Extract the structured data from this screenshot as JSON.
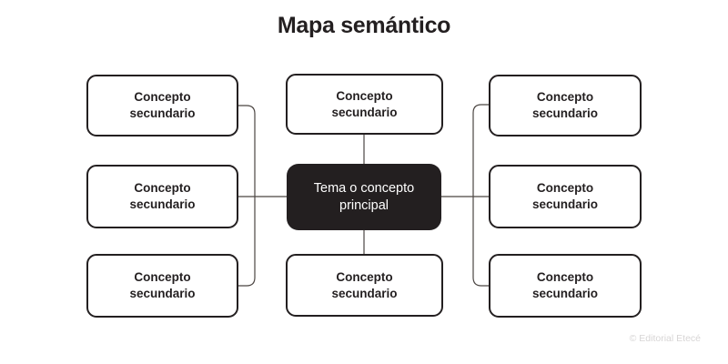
{
  "title": "Mapa semántico",
  "central_node": {
    "label": "Tema o concepto\nprincipal"
  },
  "secondary_nodes": [
    {
      "position": "left-top",
      "label": "Concepto\nsecundario"
    },
    {
      "position": "left-middle",
      "label": "Concepto\nsecundario"
    },
    {
      "position": "left-bottom",
      "label": "Concepto\nsecundario"
    },
    {
      "position": "center-top",
      "label": "Concepto\nsecundario"
    },
    {
      "position": "center-bottom",
      "label": "Concepto\nsecundario"
    },
    {
      "position": "right-top",
      "label": "Concepto\nsecundario"
    },
    {
      "position": "right-middle",
      "label": "Concepto\nsecundario"
    },
    {
      "position": "right-bottom",
      "label": "Concepto\nsecundario"
    }
  ],
  "footer": {
    "credit": "© Editorial Etecé"
  },
  "colors": {
    "ink": "#231f20",
    "node_background": "#ffffff",
    "node_border": "#231f20",
    "central_background": "#231f20",
    "central_text": "#ffffff",
    "connector": "#4b4542",
    "credit_text": "#d7d5d5",
    "page_background": "#ffffff"
  }
}
